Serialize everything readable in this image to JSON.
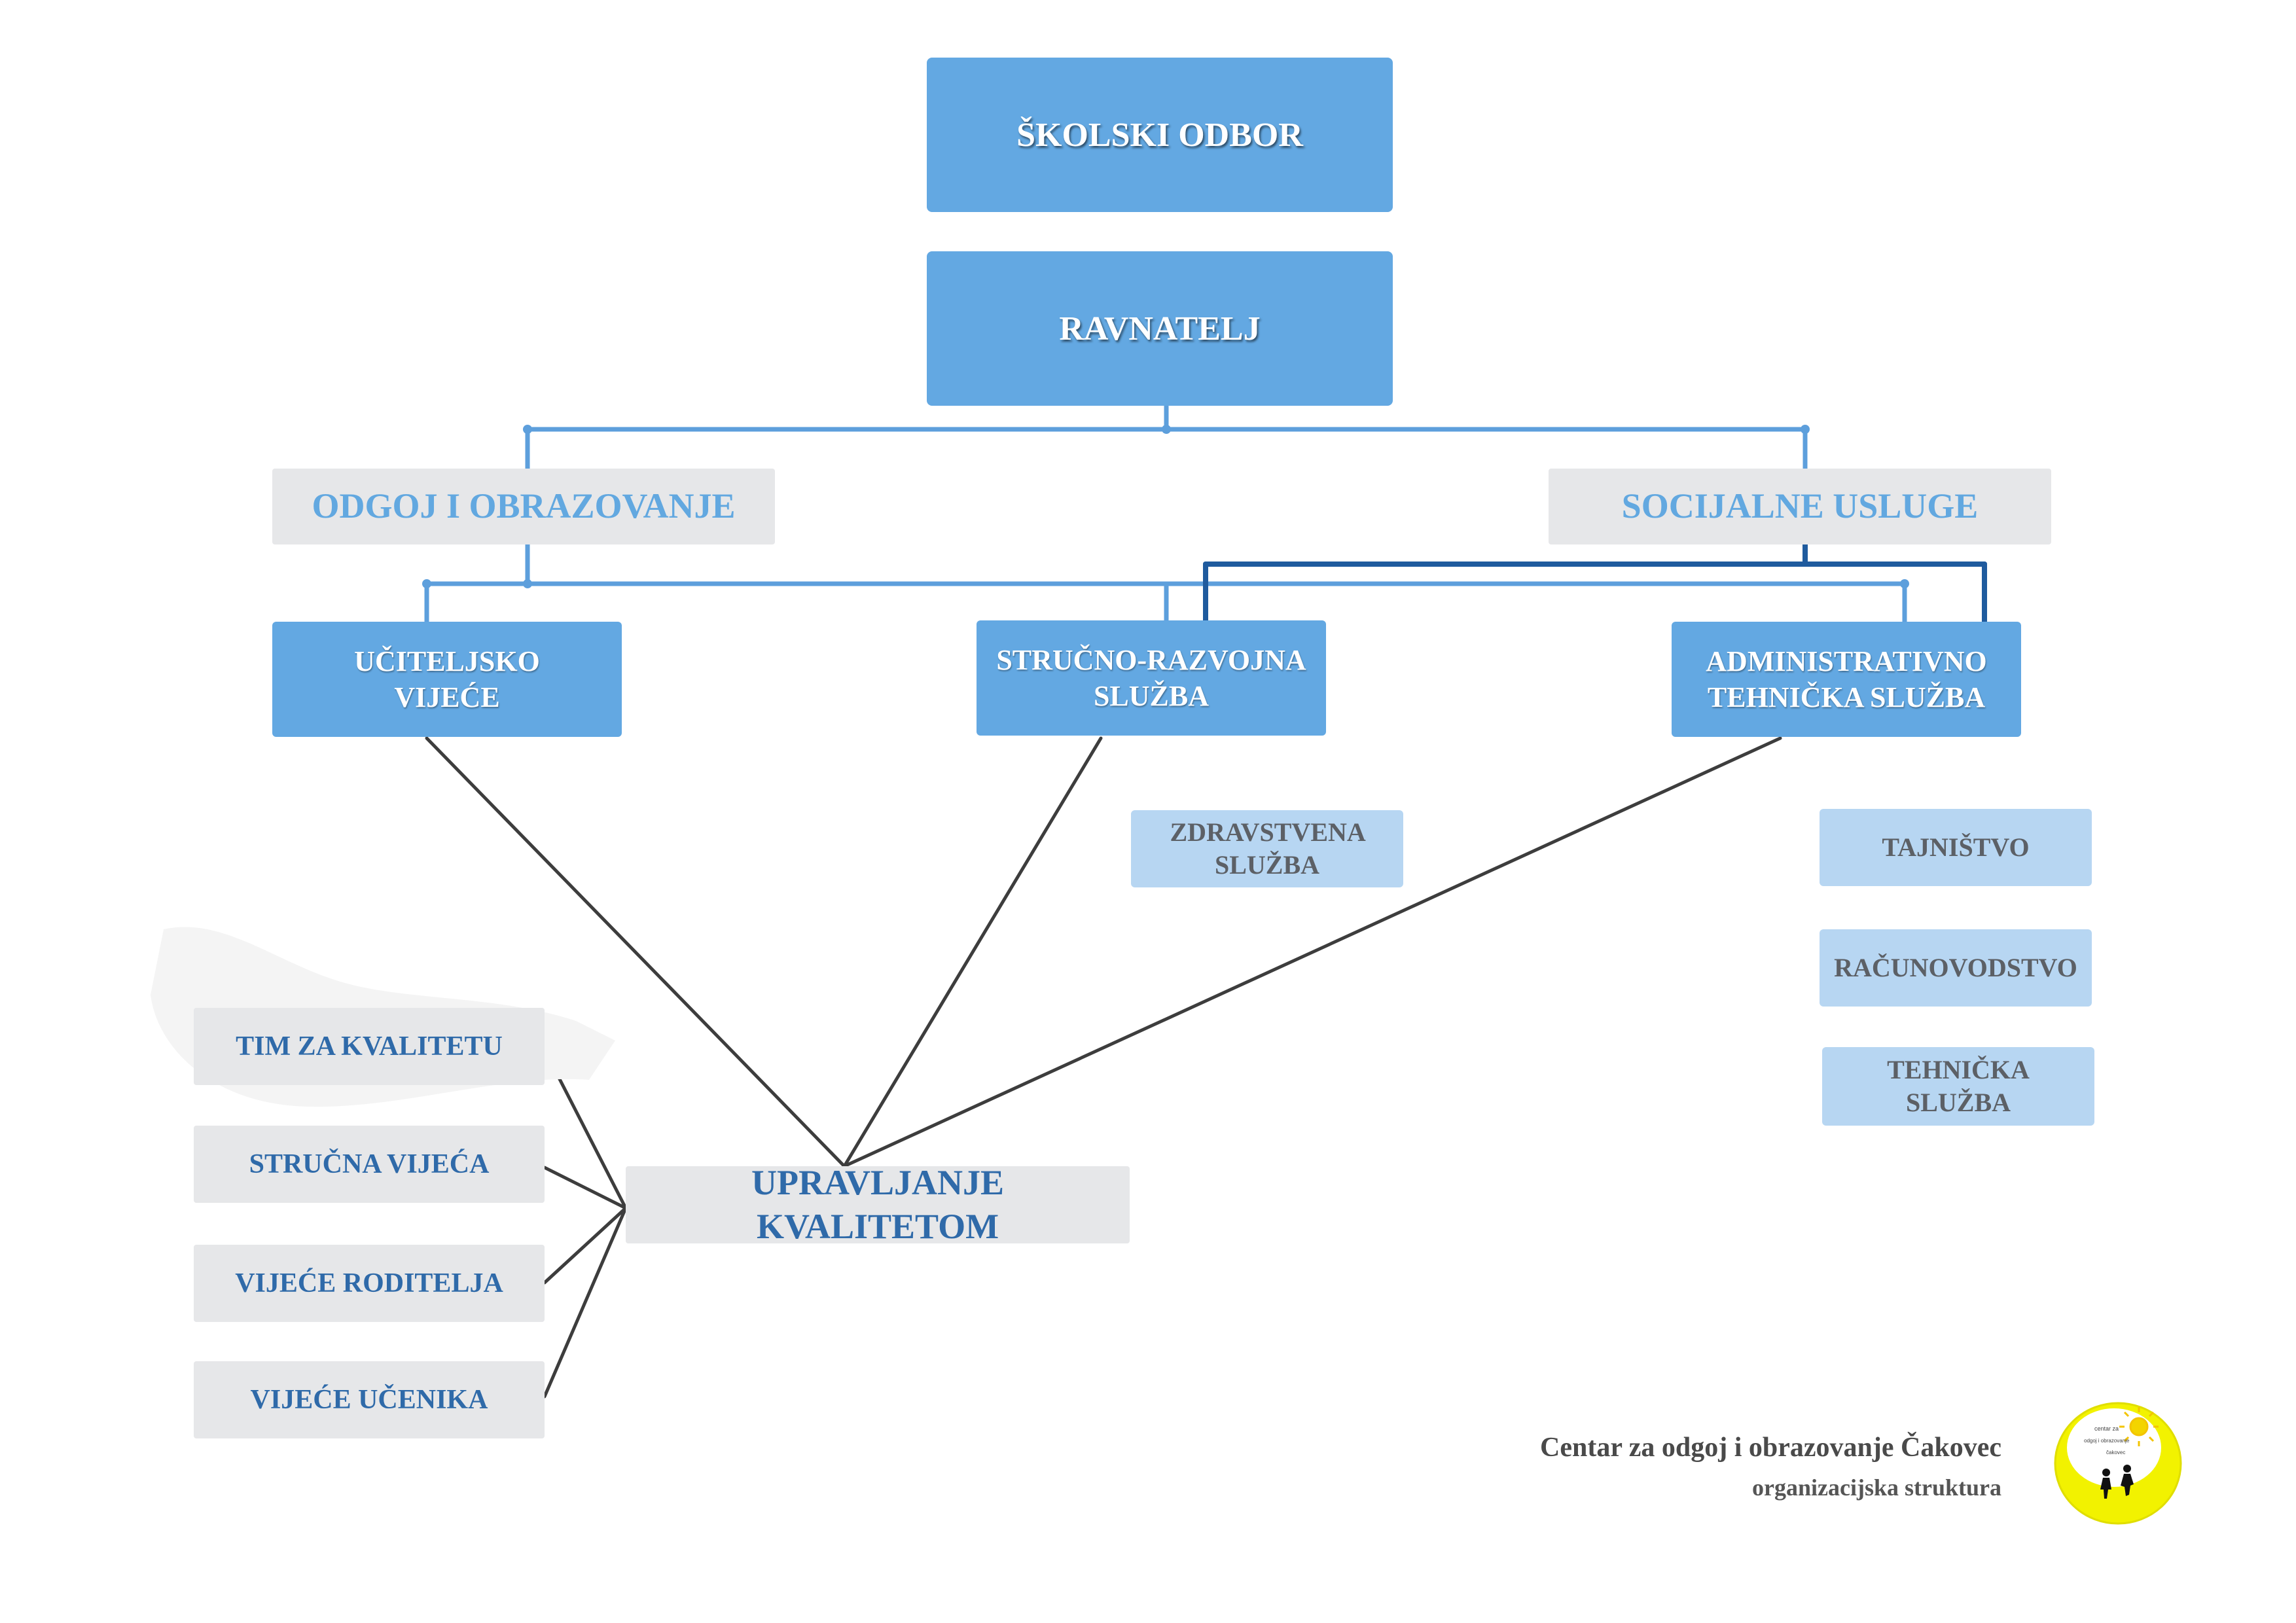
{
  "diagram": {
    "board": "ŠKOLSKI ODBOR",
    "director": "RAVNATELJ",
    "branches": {
      "education": "ODGOJ I OBRAZOVANJE",
      "social": "SOCIJALNE USLUGE"
    },
    "units": {
      "teachers_council": "UČITELJSKO VIJEĆE",
      "professional_service": "STRUČNO-RAZVOJNA SLUŽBA",
      "admin_service": "ADMINISTRATIVNO TEHNIČKA SLUŽBA"
    },
    "health_service": "ZDRAVSTVENA SLUŽBA",
    "admin_subunits": [
      "TAJNIŠTVO",
      "RAČUNOVODSTVO",
      "TEHNIČKA SLUŽBA"
    ],
    "quality_management": "UPRAVLJANJE KVALITETOM",
    "quality_bodies": [
      "TIM ZA KVALITETU",
      "STRUČNA VIJEĆA",
      "VIJEĆE RODITELJA",
      "VIJEĆE UČENIKA"
    ]
  },
  "footer": {
    "title": "Centar za odgoj i obrazovanje Čakovec",
    "subtitle": "organizacijska struktura"
  },
  "logo": {
    "text_line1": "centar za",
    "text_line2": "odgoj i obrazovanje",
    "text_line3": "čakovec"
  },
  "colors": {
    "primary_blue": "#63a8e2",
    "light_blue": "#b7d6f2",
    "grey_box": "#e6e7e9",
    "dark_connector": "#1f5b9e",
    "quality_lines": "#3d3d3d",
    "logo_yellow": "#f2f200"
  }
}
